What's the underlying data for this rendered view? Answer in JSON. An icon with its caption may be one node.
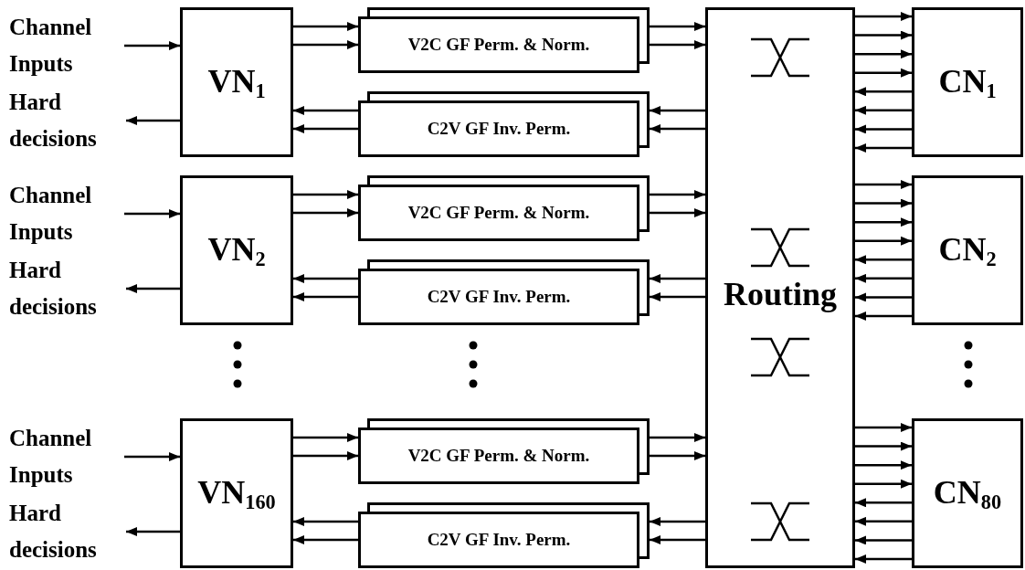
{
  "diagram": {
    "nodes": [
      {
        "text": [
          "Channel Inputs"
        ]
      },
      {
        "text": [
          "VN$_{1}$"
        ]
      },
      {
        "text": [
          "V2C GF Perm. & Norm."
        ]
      },
      {
        "text": [
          "Routing"
        ]
      },
      {
        "text": [
          "CN$_{1}$"
        ]
      },
      {
        "text": [
          "Hard decisions"
        ]
      },
      {
        "text": [
          "C2V GF Inv. Perm."
        ]
      },
      {
        "text": [
          "Channel Inputs"
        ]
      },
      {
        "text": [
          "VN$_{2}$"
        ]
      },
      {
        "text": [
          "V2C GF Perm. & Norm."
        ]
      },
      {
        "text": [
          "CN$_{2}$"
        ]
      },
      {
        "text": [
          "Hard decisions"
        ]
      },
      {
        "text": [
          "C2V GF Inv. Perm."
        ]
      },
      {
        "text": [
          "Channel Inputs"
        ]
      },
      {
        "text": [
          "VN$_{160}$"
        ]
      },
      {
        "text": [
          "V2C GF Perm. & Norm."
        ]
      },
      {
        "text": [
          "CN$_{80}$"
        ]
      },
      {
        "text": [
          "Hard decisions"
        ]
      },
      {
        "text": [
          "C2V GF Inv. Perm."
        ]
      }
    ],
    "edges": [
      {
        "from": 0,
        "to": 1,
        "arrow": "to"
      },
      {
        "from": 1,
        "to": 5,
        "arrow": "to"
      },
      {
        "from": 1,
        "to": 2,
        "arrow": "to"
      },
      {
        "from": 1,
        "to": 2,
        "arrow": "to"
      },
      {
        "from": 2,
        "to": 3,
        "arrow": "to"
      },
      {
        "from": 2,
        "to": 3,
        "arrow": "to"
      },
      {
        "from": 3,
        "to": 6,
        "arrow": "to"
      },
      {
        "from": 3,
        "to": 6,
        "arrow": "to"
      },
      {
        "from": 6,
        "to": 1,
        "arrow": "to"
      },
      {
        "from": 6,
        "to": 1,
        "arrow": "to"
      },
      {
        "from": 3,
        "to": 4,
        "arrow": "to"
      },
      {
        "from": 3,
        "to": 4,
        "arrow": "to"
      },
      {
        "from": 3,
        "to": 4,
        "arrow": "to"
      },
      {
        "from": 3,
        "to": 4,
        "arrow": "to"
      },
      {
        "from": 4,
        "to": 3,
        "arrow": "to"
      },
      {
        "from": 4,
        "to": 3,
        "arrow": "to"
      },
      {
        "from": 4,
        "to": 3,
        "arrow": "to"
      },
      {
        "from": 4,
        "to": 3,
        "arrow": "to"
      },
      {
        "from": 7,
        "to": 8,
        "arrow": "to"
      },
      {
        "from": 8,
        "to": 11,
        "arrow": "to"
      },
      {
        "from": 8,
        "to": 9,
        "arrow": "to"
      },
      {
        "from": 8,
        "to": 9,
        "arrow": "to"
      },
      {
        "from": 9,
        "to": 3,
        "arrow": "to"
      },
      {
        "from": 9,
        "to": 3,
        "arrow": "to"
      },
      {
        "from": 3,
        "to": 12,
        "arrow": "to"
      },
      {
        "from": 3,
        "to": 12,
        "arrow": "to"
      },
      {
        "from": 12,
        "to": 8,
        "arrow": "to"
      },
      {
        "from": 12,
        "to": 8,
        "arrow": "to"
      },
      {
        "from": 3,
        "to": 10,
        "arrow": "to"
      },
      {
        "from": 3,
        "to": 10,
        "arrow": "to"
      },
      {
        "from": 3,
        "to": 10,
        "arrow": "to"
      },
      {
        "from": 3,
        "to": 10,
        "arrow": "to"
      },
      {
        "from": 10,
        "to": 3,
        "arrow": "to"
      },
      {
        "from": 10,
        "to": 3,
        "arrow": "to"
      },
      {
        "from": 10,
        "to": 3,
        "arrow": "to"
      },
      {
        "from": 10,
        "to": 3,
        "arrow": "to"
      },
      {
        "from": 13,
        "to": 14,
        "arrow": "to"
      },
      {
        "from": 14,
        "to": 17,
        "arrow": "to"
      },
      {
        "from": 14,
        "to": 15,
        "arrow": "to"
      },
      {
        "from": 14,
        "to": 15,
        "arrow": "to"
      },
      {
        "from": 15,
        "to": 3,
        "arrow": "to"
      },
      {
        "from": 15,
        "to": 3,
        "arrow": "to"
      },
      {
        "from": 3,
        "to": 18,
        "arrow": "to"
      },
      {
        "from": 3,
        "to": 18,
        "arrow": "to"
      },
      {
        "from": 18,
        "to": 14,
        "arrow": "to"
      },
      {
        "from": 18,
        "to": 14,
        "arrow": "to"
      },
      {
        "from": 3,
        "to": 16,
        "arrow": "to"
      },
      {
        "from": 3,
        "to": 16,
        "arrow": "to"
      },
      {
        "from": 3,
        "to": 16,
        "arrow": "to"
      },
      {
        "from": 3,
        "to": 16,
        "arrow": "to"
      },
      {
        "from": 16,
        "to": 3,
        "arrow": "to"
      },
      {
        "from": 16,
        "to": 3,
        "arrow": "to"
      },
      {
        "from": 16,
        "to": 3,
        "arrow": "to"
      },
      {
        "from": 16,
        "to": 3,
        "arrow": "to"
      }
    ]
  }
}
